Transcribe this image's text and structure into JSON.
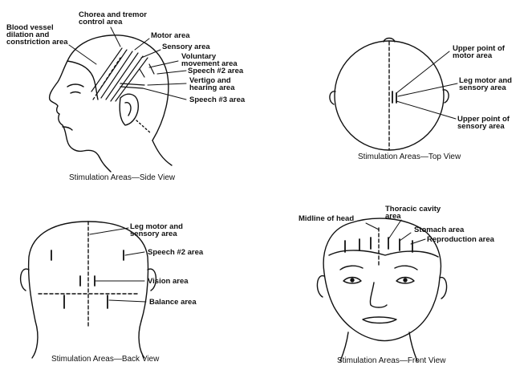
{
  "panels": {
    "side": {
      "caption": "Stimulation Areas—Side View",
      "labels": {
        "chorea": "Chorea and tremor control area",
        "blood": "Blood vessel dilation and constriction area",
        "motor": "Motor area",
        "sensory": "Sensory area",
        "voluntary": "Voluntary movement area",
        "speech2": "Speech #2 area",
        "vertigo": "Vertigo and hearing area",
        "speech3": "Speech #3 area"
      }
    },
    "top": {
      "caption": "Stimulation Areas—Top View",
      "labels": {
        "upper_motor": "Upper point of motor area",
        "leg": "Leg motor and sensory area",
        "upper_sensory": "Upper point of sensory area"
      }
    },
    "back": {
      "caption": "Stimulation Areas—Back View",
      "labels": {
        "leg": "Leg motor and sensory area",
        "speech2": "Speech #2 area",
        "vision": "Vision area",
        "balance": "Balance area"
      }
    },
    "front": {
      "caption": "Stimulation Areas—Front View",
      "labels": {
        "midline": "Midline of head",
        "thoracic": "Thoracic cavity area",
        "stomach": "Stomach area",
        "reproduction": "Reproduction area"
      }
    }
  }
}
